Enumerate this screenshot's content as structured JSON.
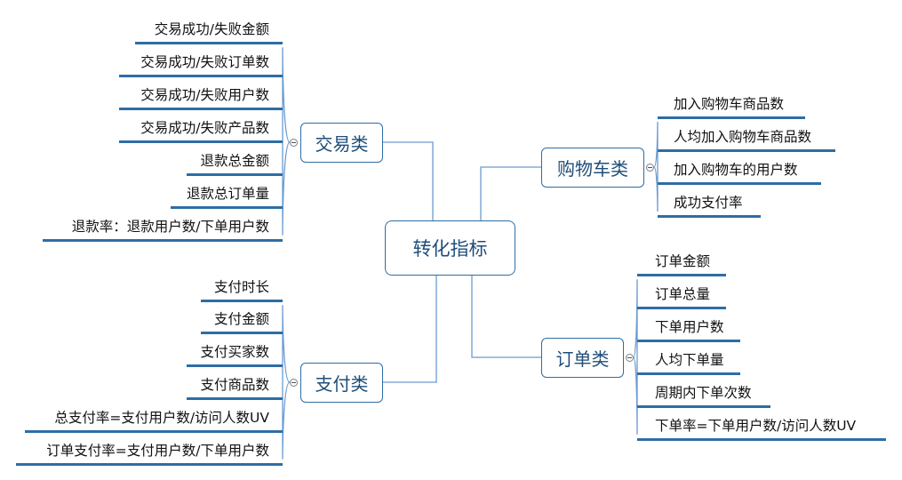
{
  "center": {
    "label": "转化指标"
  },
  "branches": {
    "jiaoyi": {
      "label": "交易类",
      "items": [
        "交易成功/失败金额",
        "交易成功/失败订单数",
        "交易成功/失败用户数",
        "交易成功/失败产品数",
        "退款总金额",
        "退款总订单量",
        "退款率：退款用户数/下单用户数"
      ]
    },
    "zhifu": {
      "label": "支付类",
      "items": [
        "支付时长",
        "支付金额",
        "支付买家数",
        "支付商品数",
        "总支付率=支付用户数/访问人数UV",
        "订单支付率=支付用户数/下单用户数"
      ]
    },
    "gouwuche": {
      "label": "购物车类",
      "items": [
        "加入购物车商品数",
        "人均加入购物车商品数",
        "加入购物车的用户数",
        "成功支付率"
      ]
    },
    "dingdan": {
      "label": "订单类",
      "items": [
        "订单金额",
        "订单总量",
        "下单用户数",
        "人均下单量",
        "周期内下单次数",
        "下单率=下单用户数/访问人数UV"
      ]
    }
  },
  "colors": {
    "line": "#6b9bd1",
    "underline": "#2e6da4",
    "node_border": "#2e6da4",
    "node_text": "#1f4e79"
  }
}
